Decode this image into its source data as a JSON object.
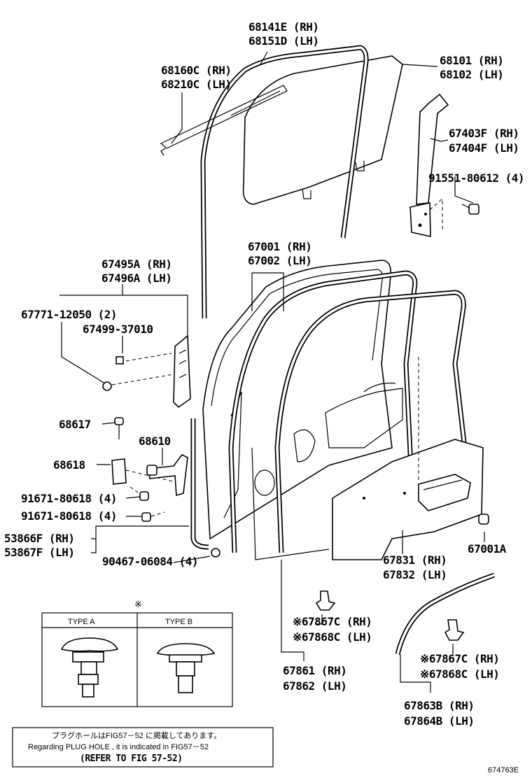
{
  "labels": {
    "run_68141": [
      "68141E (RH)",
      "68151D (LH)"
    ],
    "glass_run_68160": [
      "68160C (RH)",
      "68210C (LH)"
    ],
    "glass_68101": [
      "68101 (RH)",
      "68102 (LH)"
    ],
    "channel_67403": [
      "67403F (RH)",
      "67404F (LH)"
    ],
    "bolt_91551": "91551-80612 (4)",
    "door_67001": [
      "67001 (RH)",
      "67002 (LH)"
    ],
    "lock_67495": [
      "67495A (RH)",
      "67496A (LH)"
    ],
    "screw_67771": "67771-12050 (2)",
    "clip_67499": "67499-37010",
    "pin_68617": "68617",
    "check_68610": "68610",
    "bracket_68618": "68618",
    "bolt_91671_a": "91671-80618 (4)",
    "bolt_91671_b": "91671-80618 (4)",
    "seal_53866": [
      "53866F (RH)",
      "53867F (LH)"
    ],
    "clip_90467": "90467-06084 (4)",
    "cover_67831": [
      "67831 (RH)",
      "67832 (LH)"
    ],
    "clip_67001a": "67001A",
    "clip_67867_1": [
      "※67867C (RH)",
      "※67868C (LH)"
    ],
    "weatherstrip_67861": [
      "67861 (RH)",
      "67862 (LH)"
    ],
    "clip_67867_2": [
      "※67867C (RH)",
      "※67868C (LH)"
    ],
    "weatherstrip_67863": [
      "67863B (RH)",
      "67864B (LH)"
    ]
  },
  "type_table": {
    "mark": "※",
    "type_a": "TYPE A",
    "type_b": "TYPE B"
  },
  "note": {
    "line1": "プラグホールはFIG57－52 に掲載してあります。",
    "line2": "Regarding  PLUG  HOLE  , it is indicated in  FIG57－52",
    "line3": "(REFER  TO  FIG  57-52)"
  },
  "figure_id": "674763E"
}
